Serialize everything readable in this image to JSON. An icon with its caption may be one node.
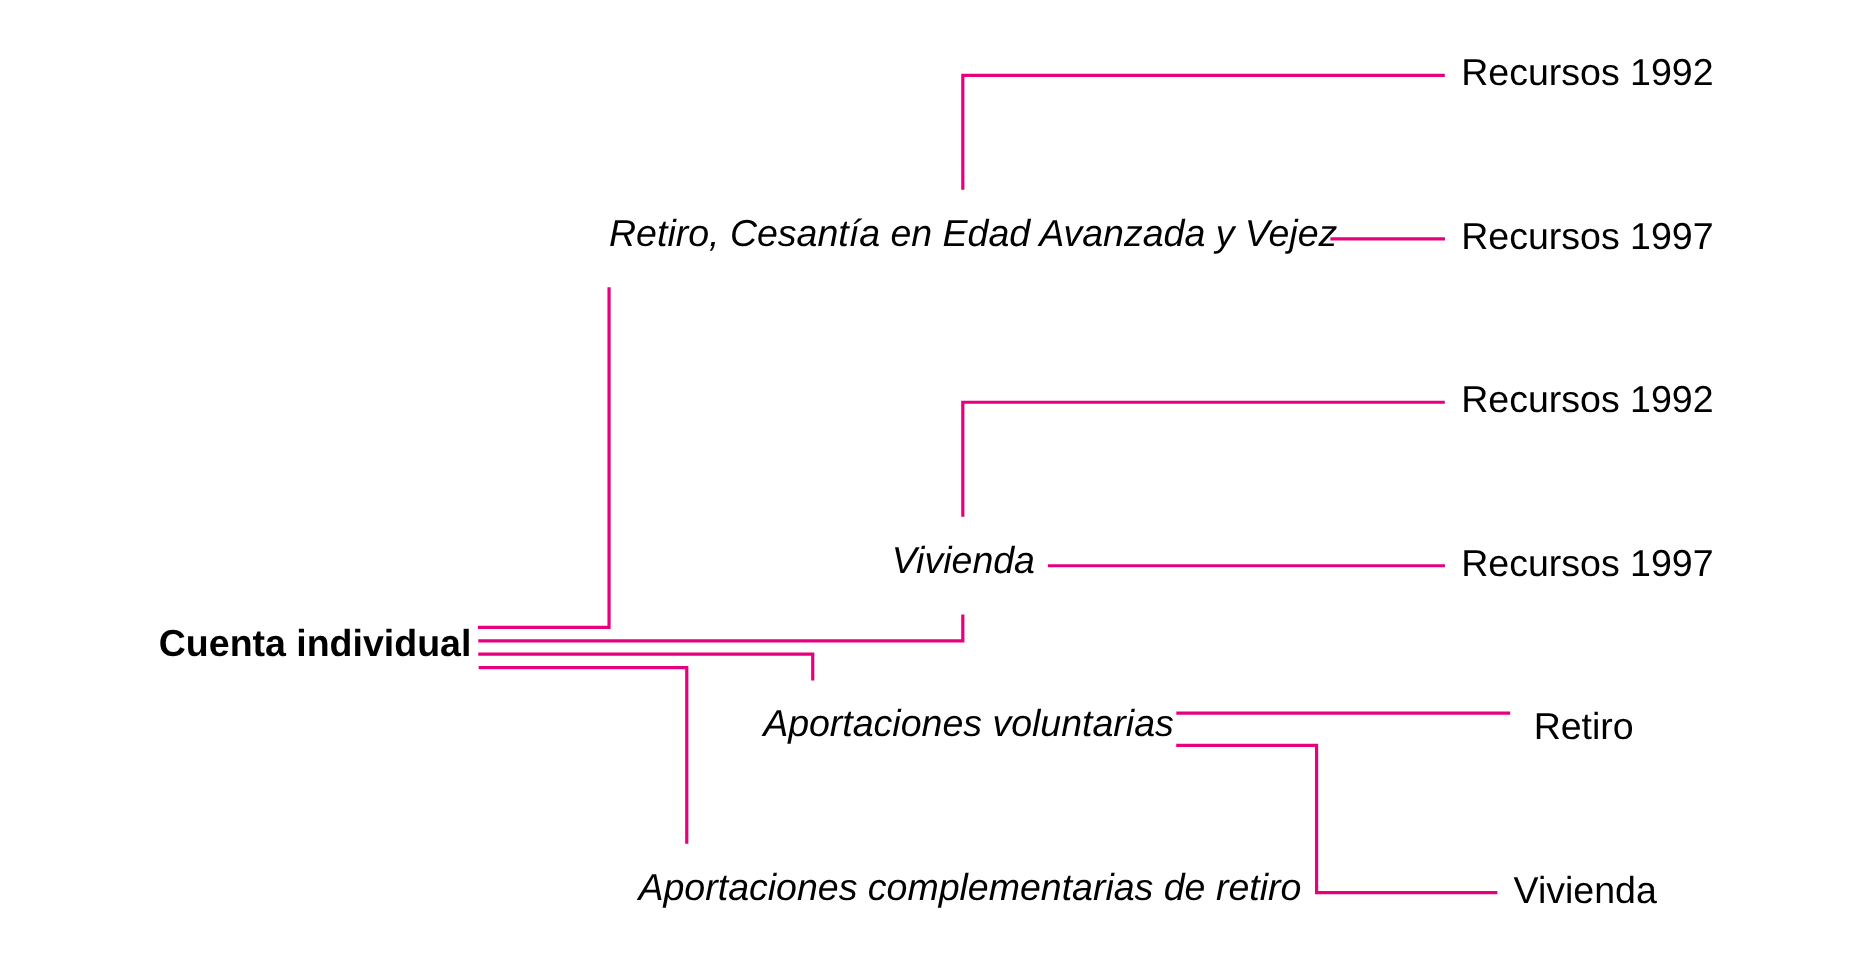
{
  "diagram": {
    "nodes": [
      {
        "text": [
          "Cuenta individual"
        ]
      },
      {
        "text": [
          "Retiro, Cesantía en Edad Avanzada y Vejez"
        ]
      },
      {
        "text": [
          "Vivienda"
        ]
      },
      {
        "text": [
          "Aportaciones voluntarias"
        ]
      },
      {
        "text": [
          "Aportaciones complementarias de retiro"
        ]
      },
      {
        "text": [
          "Recursos 1992"
        ]
      },
      {
        "text": [
          "Recursos 1997"
        ]
      },
      {
        "text": [
          "Recursos 1992"
        ]
      },
      {
        "text": [
          "Recursos 1997"
        ]
      },
      {
        "text": [
          "Retiro"
        ]
      },
      {
        "text": [
          "Vivienda"
        ]
      }
    ],
    "edges": [
      {
        "from": 0,
        "to": 1,
        "arrow": "none"
      },
      {
        "from": 0,
        "to": 2,
        "arrow": "none"
      },
      {
        "from": 0,
        "to": 3,
        "arrow": "none"
      },
      {
        "from": 0,
        "to": 4,
        "arrow": "none"
      },
      {
        "from": 1,
        "to": 5,
        "arrow": "none"
      },
      {
        "from": 1,
        "to": 6,
        "arrow": "none"
      },
      {
        "from": 2,
        "to": 7,
        "arrow": "none"
      },
      {
        "from": 2,
        "to": 8,
        "arrow": "none"
      },
      {
        "from": 3,
        "to": 9,
        "arrow": "none"
      },
      {
        "from": 3,
        "to": 10,
        "arrow": "none"
      }
    ]
  }
}
